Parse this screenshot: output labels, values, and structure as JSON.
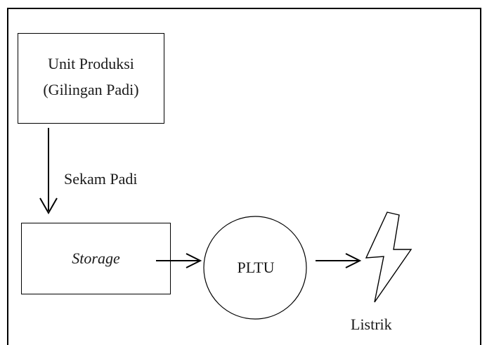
{
  "diagram": {
    "production_unit": {
      "line1": "Unit Produksi",
      "line2": "(Gilingan Padi)"
    },
    "byproduct_label": "Sekam Padi",
    "storage_label": "Storage",
    "power_plant_label": "PLTU",
    "output_label": "Listrik",
    "output_icon": "lightning-bolt-icon"
  }
}
